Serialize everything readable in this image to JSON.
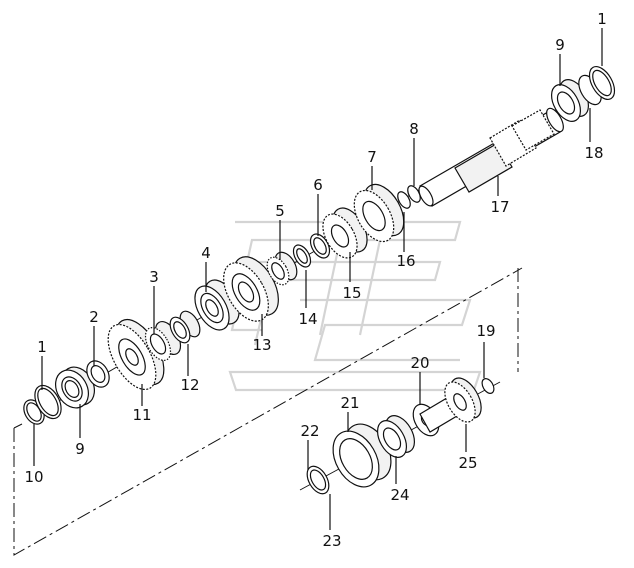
{
  "diagram": {
    "callouts": [
      {
        "id": "c1a",
        "text": "1"
      },
      {
        "id": "c1b",
        "text": "1"
      },
      {
        "id": "c2",
        "text": "2"
      },
      {
        "id": "c3",
        "text": "3"
      },
      {
        "id": "c4",
        "text": "4"
      },
      {
        "id": "c5",
        "text": "5"
      },
      {
        "id": "c6",
        "text": "6"
      },
      {
        "id": "c7",
        "text": "7"
      },
      {
        "id": "c8",
        "text": "8"
      },
      {
        "id": "c9a",
        "text": "9"
      },
      {
        "id": "c9b",
        "text": "9"
      },
      {
        "id": "c10",
        "text": "10"
      },
      {
        "id": "c11",
        "text": "11"
      },
      {
        "id": "c12",
        "text": "12"
      },
      {
        "id": "c13",
        "text": "13"
      },
      {
        "id": "c14",
        "text": "14"
      },
      {
        "id": "c15",
        "text": "15"
      },
      {
        "id": "c16",
        "text": "16"
      },
      {
        "id": "c17",
        "text": "17"
      },
      {
        "id": "c18",
        "text": "18"
      },
      {
        "id": "c19",
        "text": "19"
      },
      {
        "id": "c20",
        "text": "20"
      },
      {
        "id": "c21",
        "text": "21"
      },
      {
        "id": "c22",
        "text": "22"
      },
      {
        "id": "c23",
        "text": "23"
      },
      {
        "id": "c24",
        "text": "24"
      },
      {
        "id": "c25",
        "text": "25"
      }
    ]
  }
}
